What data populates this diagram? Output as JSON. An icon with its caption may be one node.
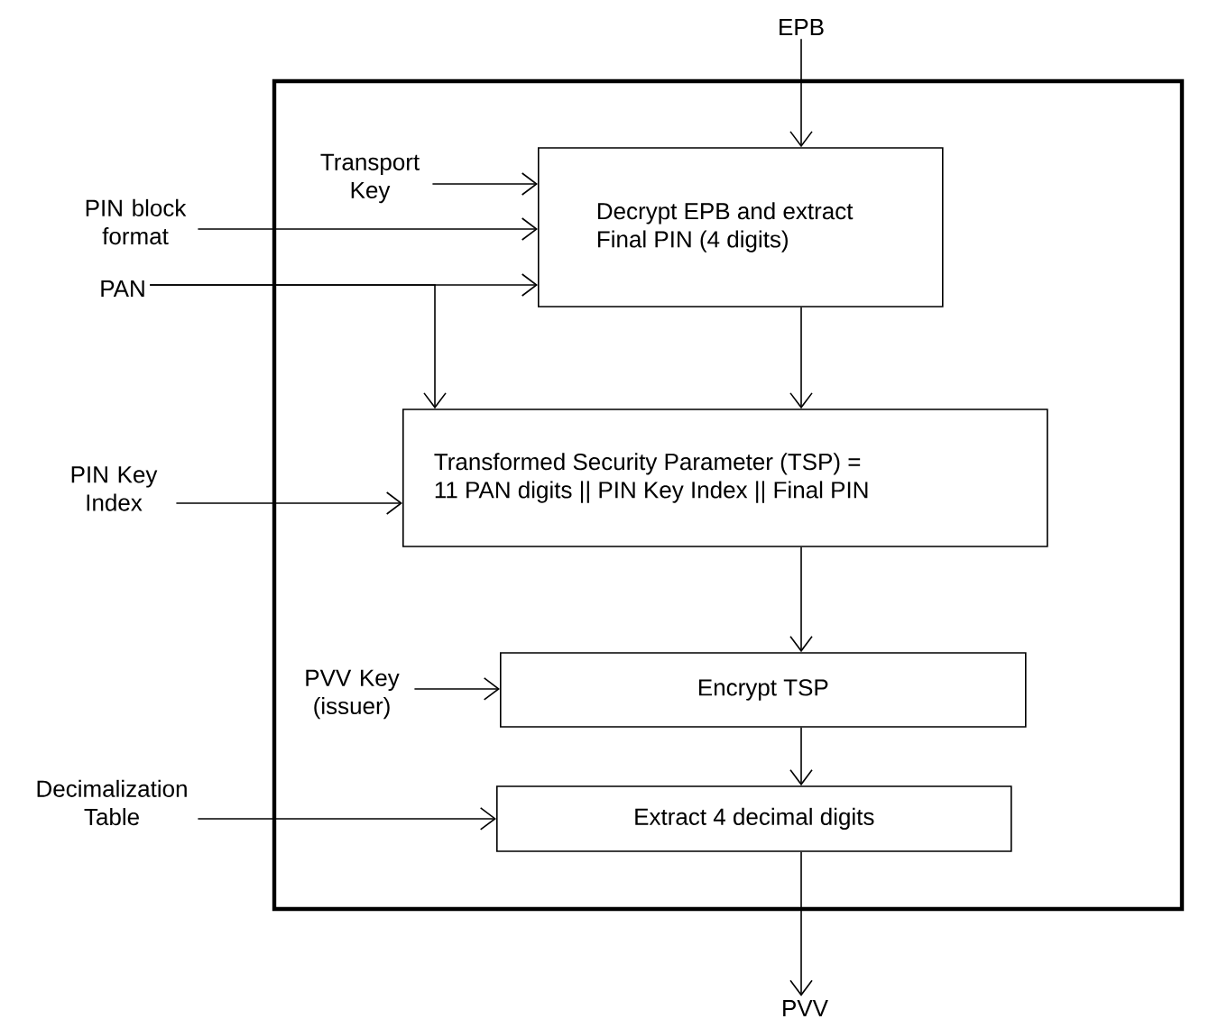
{
  "diagram": {
    "nodes": [
      {
        "text": [],
        "shape": "box"
      },
      {
        "text": [
          "EPB"
        ]
      },
      {
        "text": [
          "Transport Key"
        ],
        "in": 0
      },
      {
        "text": [
          "PIN block format"
        ]
      },
      {
        "text": [
          "PAN"
        ]
      },
      {
        "text": [
          "Decrypt EPB and extract Final PIN (4 digits)"
        ],
        "in": 0
      },
      {
        "text": [
          "PIN Key Index"
        ]
      },
      {
        "text": [
          "Transformed Security Parameter (TSP) = 11 PAN digits || PIN Key Index || Final PIN"
        ],
        "in": 0
      },
      {
        "text": [
          "PVV Key (issuer)"
        ],
        "in": 0
      },
      {
        "text": [
          "Encrypt TSP"
        ],
        "in": 0
      },
      {
        "text": [
          "Decimalization Table"
        ]
      },
      {
        "text": [
          "Extract 4 decimal digits"
        ],
        "in": 0
      },
      {
        "text": [
          "PVV"
        ]
      }
    ],
    "edges": [
      {
        "from": 1,
        "to": 5,
        "arrow": "to"
      },
      {
        "from": 2,
        "to": 5,
        "arrow": "to"
      },
      {
        "from": 3,
        "to": 5,
        "arrow": "to"
      },
      {
        "from": 4,
        "to": 5,
        "arrow": "to"
      },
      {
        "from": 4,
        "to": 7,
        "arrow": "to"
      },
      {
        "from": 5,
        "to": 7,
        "arrow": "to"
      },
      {
        "from": 6,
        "to": 7,
        "arrow": "to"
      },
      {
        "from": 7,
        "to": 9,
        "arrow": "to"
      },
      {
        "from": 8,
        "to": 9,
        "arrow": "to"
      },
      {
        "from": 9,
        "to": 11,
        "arrow": "to"
      },
      {
        "from": 10,
        "to": 11,
        "arrow": "to"
      },
      {
        "from": 11,
        "to": 12,
        "arrow": "to"
      }
    ]
  }
}
